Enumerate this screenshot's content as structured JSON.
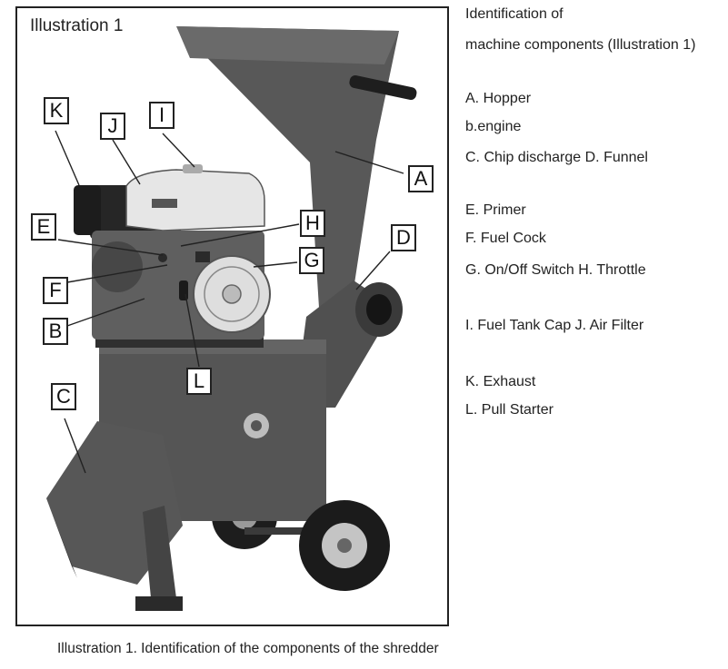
{
  "figure": {
    "title": "Illustration 1",
    "callouts": [
      "K",
      "J",
      "I",
      "A",
      "E",
      "H",
      "D",
      "G",
      "F",
      "B",
      "L",
      "C"
    ]
  },
  "legend": {
    "heading_line1": "Identification of",
    "heading_line2": "machine components (Illustration 1)",
    "items": [
      "A. Hopper",
      "b.engine",
      "C. Chip discharge D. Funnel",
      "E. Primer",
      "F. Fuel Cock",
      "G. On/Off Switch H. Throttle",
      "I. Fuel Tank Cap J. Air Filter",
      "K. Exhaust",
      "L. Pull Starter"
    ]
  },
  "caption": "Illustration 1. Identification of the components of the shredder"
}
